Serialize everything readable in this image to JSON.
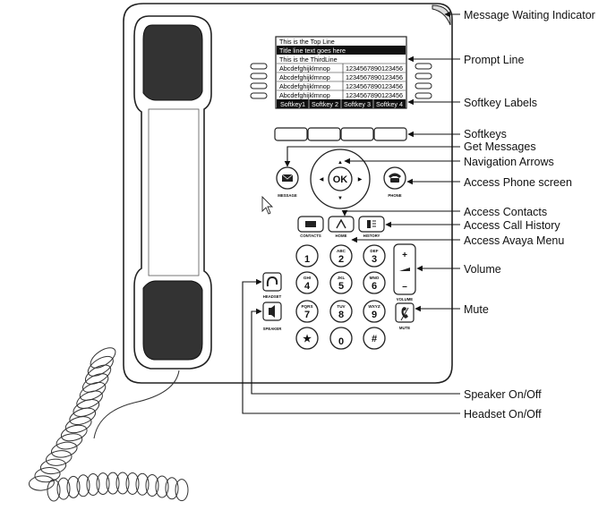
{
  "callouts": {
    "message_waiting": "Message Waiting Indicator",
    "prompt_line": "Prompt Line",
    "softkey_labels": "Softkey Labels",
    "softkeys": "Softkeys",
    "get_messages": "Get Messages",
    "navigation_arrows": "Navigation Arrows",
    "access_phone_screen": "Access Phone screen",
    "access_contacts": "Access Contacts",
    "access_call_history": "Access Call History",
    "access_avaya_menu": "Access Avaya Menu",
    "volume": "Volume",
    "mute": "Mute",
    "speaker_onoff": "Speaker On/Off",
    "headset_onoff": "Headset On/Off"
  },
  "screen": {
    "top_line": "This is the Top Line",
    "title_line": "Title line text goes here",
    "third_line": "This is the ThirdLine",
    "rows": [
      {
        "left": "Abcdefghijklmnop",
        "right": "1234567890123456"
      },
      {
        "left": "Abcdefghijklmnop",
        "right": "1234567890123456"
      },
      {
        "left": "Abcdefghijklmnop",
        "right": "1234567890123456"
      },
      {
        "left": "Abcdefghijklmnop",
        "right": "1234567890123456"
      }
    ],
    "softkeys": [
      "Softkey1",
      "Softkey 2",
      "Softkey 3",
      "Softkey 4"
    ]
  },
  "buttons": {
    "ok": "OK",
    "message": "MESSAGE",
    "phone": "PHONE",
    "contacts": "CONTACTS",
    "home": "HOME",
    "history": "HISTORY",
    "headset": "HEADSET",
    "speaker": "SPEAKER",
    "volume": "VOLUME",
    "mute": "MUTE",
    "vol_plus": "+",
    "vol_minus": "–"
  },
  "keypad": [
    {
      "letters": "",
      "digit": "1"
    },
    {
      "letters": "ABC",
      "digit": "2"
    },
    {
      "letters": "DEF",
      "digit": "3"
    },
    {
      "letters": "GHI",
      "digit": "4"
    },
    {
      "letters": "JKL",
      "digit": "5"
    },
    {
      "letters": "MNO",
      "digit": "6"
    },
    {
      "letters": "PQRS",
      "digit": "7"
    },
    {
      "letters": "TUV",
      "digit": "8"
    },
    {
      "letters": "WXYZ",
      "digit": "9"
    },
    {
      "letters": "",
      "digit": "★"
    },
    {
      "letters": "",
      "digit": "0"
    },
    {
      "letters": "",
      "digit": "#"
    }
  ]
}
